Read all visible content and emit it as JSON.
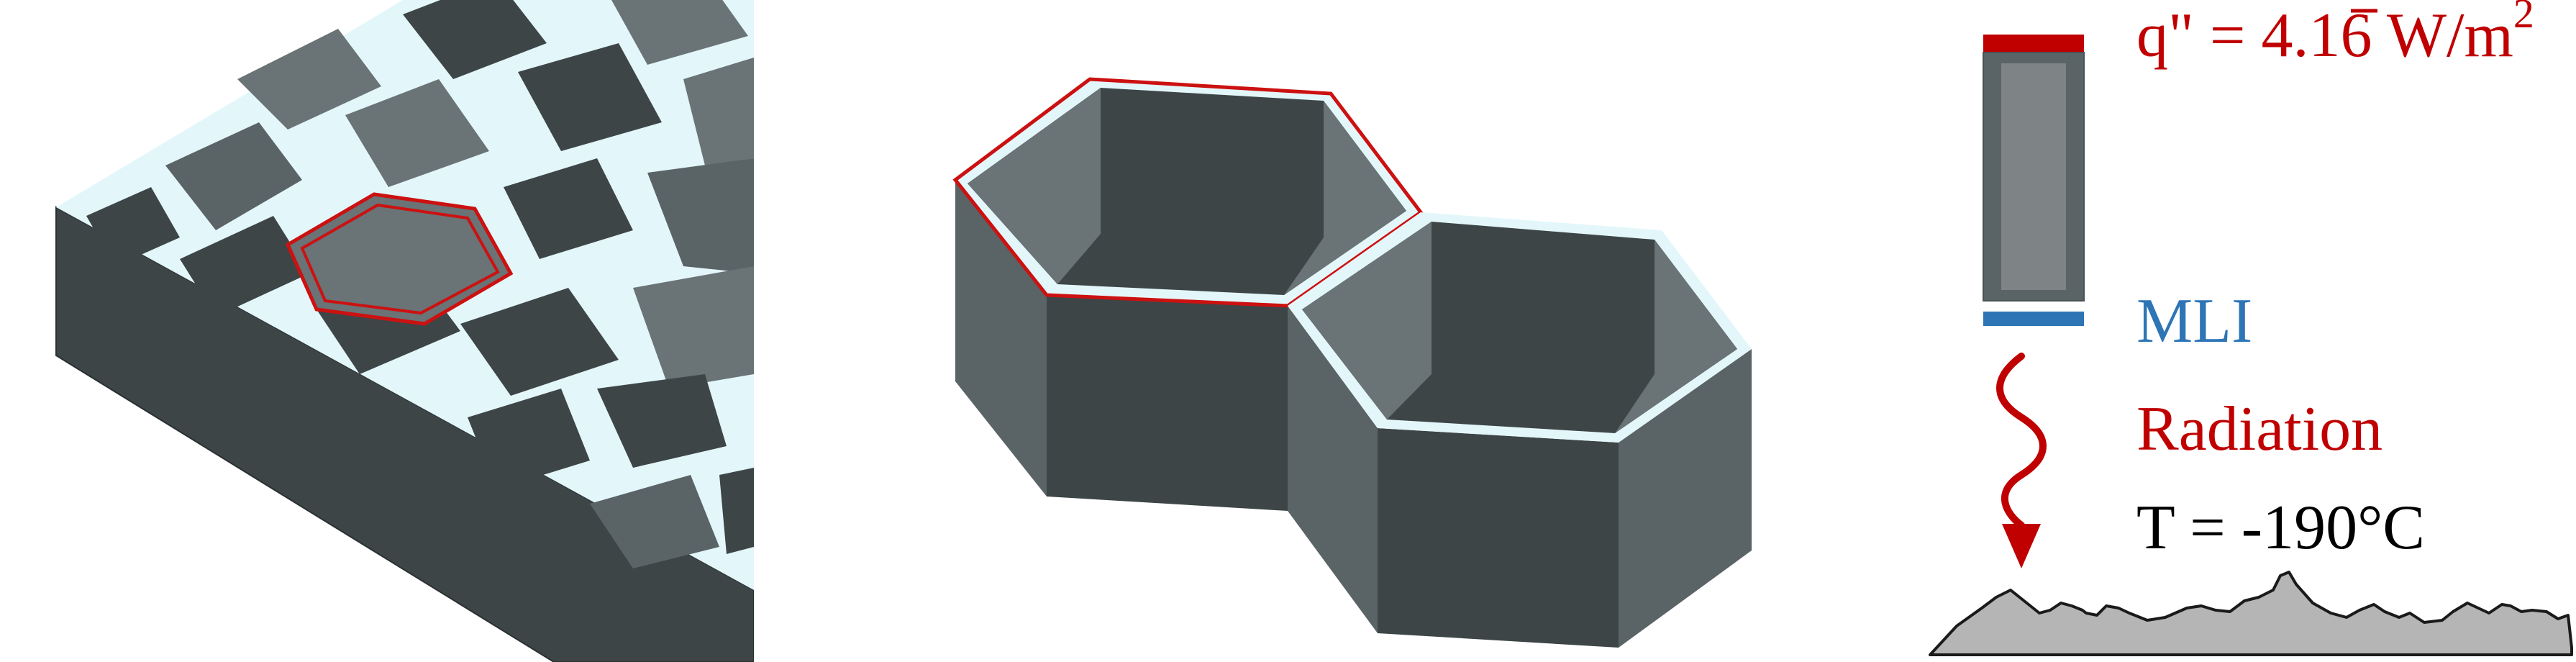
{
  "labels": {
    "heat_flux": "q\" = 4.16 W/m",
    "heat_flux_exponent": "2",
    "mli": "MLI",
    "radiation": "Radiation",
    "temperature": "T = -190°C"
  },
  "colors": {
    "highlight_red": "#cc1111",
    "label_red": "#c00000",
    "mli_blue": "#2e75b6",
    "cell_wall_edge": "#e3f7fb",
    "dark_face": "#3d4547",
    "mid_face": "#5a6366",
    "light_face": "#6a7376",
    "ground_fill": "#b5b5b5"
  },
  "icons": [
    "wavy-radiation-arrow-icon",
    "ground-terrain-icon"
  ]
}
